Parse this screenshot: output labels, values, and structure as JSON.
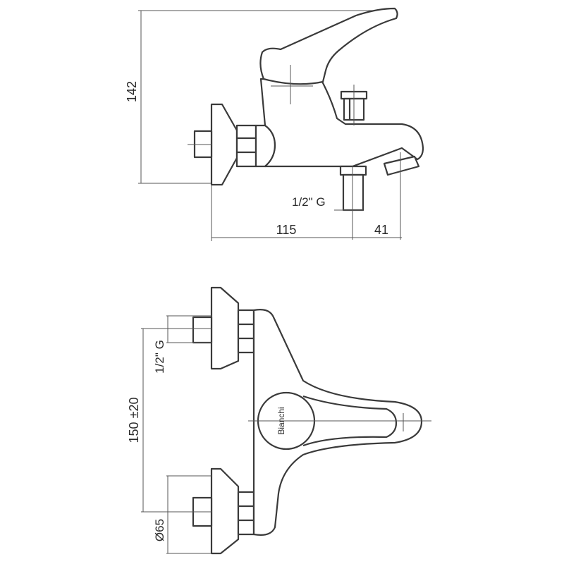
{
  "side_view": {
    "dimensions": {
      "height": "142",
      "wall_to_spout": "115",
      "spout_projection": "41",
      "inlet_thread": "1/2\" G"
    }
  },
  "top_view": {
    "dimensions": {
      "inlet_thread": "1/2\" G",
      "centre_distance": "150 ±20",
      "flange_diameter": "Ø65"
    },
    "handle_brand": "Bianchi"
  }
}
